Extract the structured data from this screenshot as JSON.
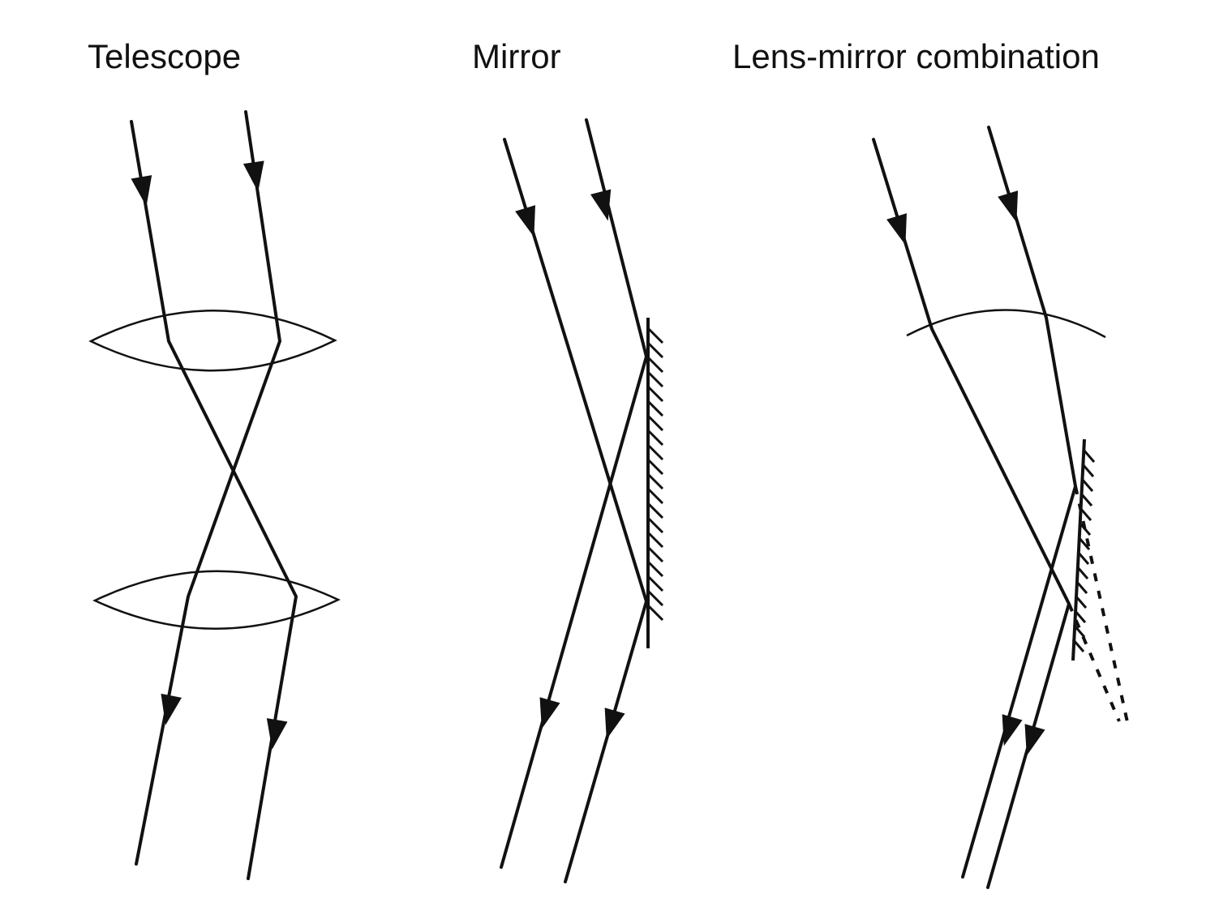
{
  "panels": [
    {
      "title": "Telescope"
    },
    {
      "title": "Mirror"
    },
    {
      "title": "Lens-mirror combination"
    }
  ],
  "colors": {
    "ink": "#111111",
    "background": "#ffffff"
  }
}
